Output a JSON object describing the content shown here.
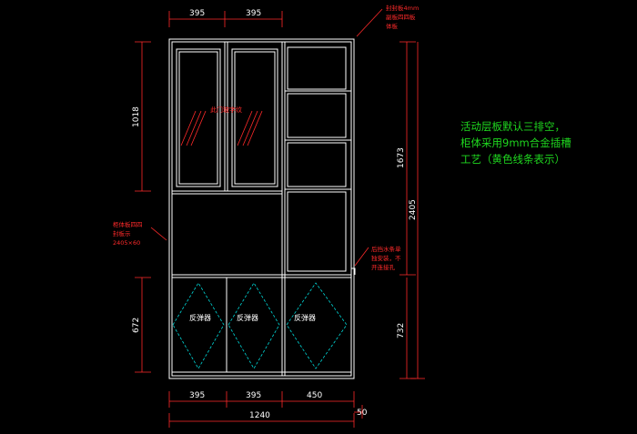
{
  "top_dimensions": [
    "395",
    "395"
  ],
  "bottom_dimensions": [
    "395",
    "395",
    "450"
  ],
  "overall_width": "1240",
  "side_offset": "50",
  "left_dimensions": {
    "upper": "1018",
    "lower": "672"
  },
  "right_dimensions": {
    "upper": "1673",
    "lower": "732",
    "total": "2405"
  },
  "notes": {
    "top_right": [
      "封封板4mm",
      "副板四四板",
      "体板"
    ],
    "glass_door": "此门玻字纹",
    "left_side": [
      "柜体板四四",
      "封板示",
      "2405×60"
    ],
    "right_side": [
      "后挡水条单",
      "独安装，不",
      "开连接孔"
    ]
  },
  "hinge_labels": [
    "反弹器",
    "反弹器",
    "反弹器"
  ],
  "green_note": [
    "活动层板默认三排空，",
    "柜体采用9mm合金插槽",
    "工艺（黄色线条表示）"
  ],
  "colors": {
    "background": "#000000",
    "outline": "#ffffff",
    "dimension": "#ff2a2a",
    "note_red": "#ff2a2a",
    "guide_cyan": "#00d8d8",
    "note_green": "#1fd81f"
  }
}
